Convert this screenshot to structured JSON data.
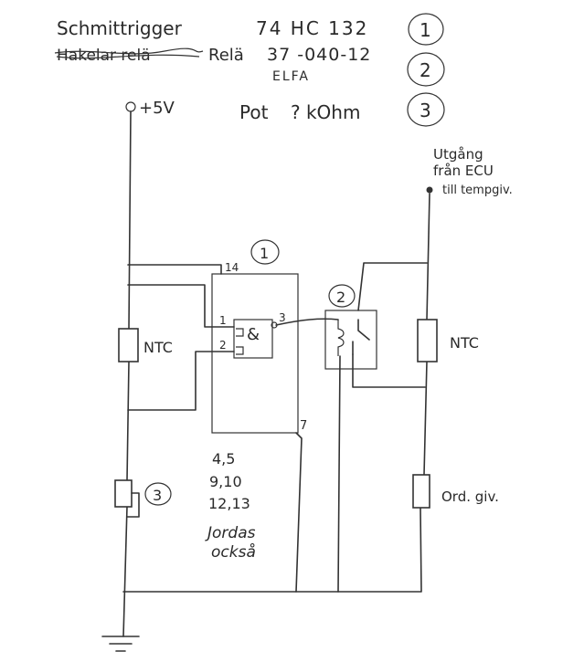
{
  "notes": {
    "line1": {
      "label": "Schmittrigger",
      "part": "74 HC 132",
      "ref": "1"
    },
    "line2": {
      "struck": "Hakelar relä",
      "label": "Relä",
      "part": "37 -040-12",
      "maker": "ELFA",
      "ref": "2"
    },
    "line3": {
      "label": "Pot",
      "part": "? kOhm",
      "ref": "3"
    }
  },
  "supply": {
    "label": "+5V"
  },
  "output": {
    "line1": "Utgång",
    "line2": "från ECU",
    "line3": "till tempgiv."
  },
  "chip": {
    "ref": "1",
    "pin_vcc": "14",
    "pin_in1": "1",
    "pin_in2": "2",
    "pin_out": "3",
    "pin_gnd": "7",
    "gate_symbol": "&",
    "ground_note": {
      "line1": "4,5",
      "line2": "9,10",
      "line3": "12,13",
      "line4": "Jordas",
      "line5": "också"
    }
  },
  "relay": {
    "ref": "2"
  },
  "pot": {
    "ref": "3"
  },
  "labels": {
    "ntc_left": "NTC",
    "ntc_right": "NTC",
    "sensor": "Ord. giv."
  }
}
